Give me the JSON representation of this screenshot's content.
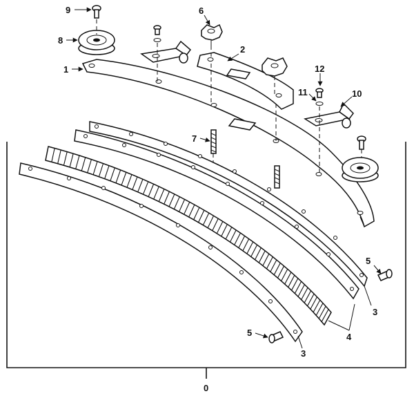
{
  "callouts": {
    "c0": "0",
    "c1": "1",
    "c2": "2",
    "c3a": "3",
    "c3b": "3",
    "c4": "4",
    "c5a": "5",
    "c5b": "5",
    "c6": "6",
    "c7": "7",
    "c8": "8",
    "c9": "9",
    "c10": "10",
    "c11": "11",
    "c12": "12"
  }
}
